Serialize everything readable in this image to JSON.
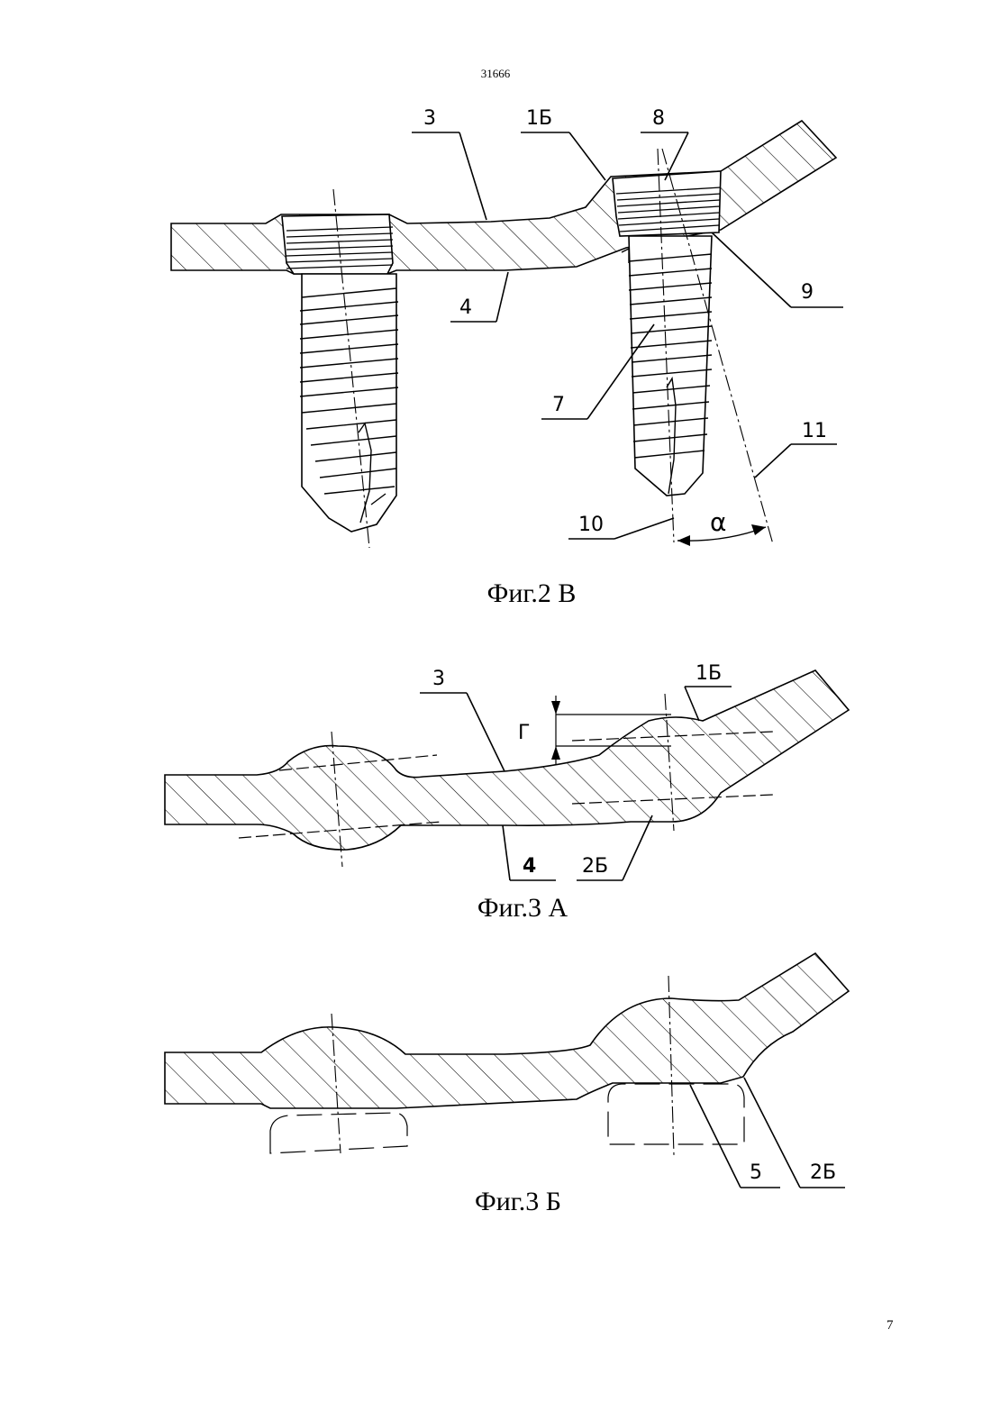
{
  "header": {
    "doc_number": "31666"
  },
  "footer": {
    "page_number": "7"
  },
  "fig2b": {
    "caption": "Фиг.2 В",
    "labels": {
      "l3": "3",
      "l1b": "1Б",
      "l8": "8",
      "l4": "4",
      "l9": "9",
      "l7": "7",
      "l11": "11",
      "l10": "10",
      "alpha": "α"
    }
  },
  "fig3a": {
    "caption": "Фиг.3 А",
    "labels": {
      "l3": "3",
      "l1b": "1Б",
      "g": "Г",
      "l4": "4",
      "l2b": "2Б"
    }
  },
  "fig3b": {
    "caption": "Фиг.3 Б",
    "labels": {
      "l5": "5",
      "l2b": "2Б"
    }
  }
}
